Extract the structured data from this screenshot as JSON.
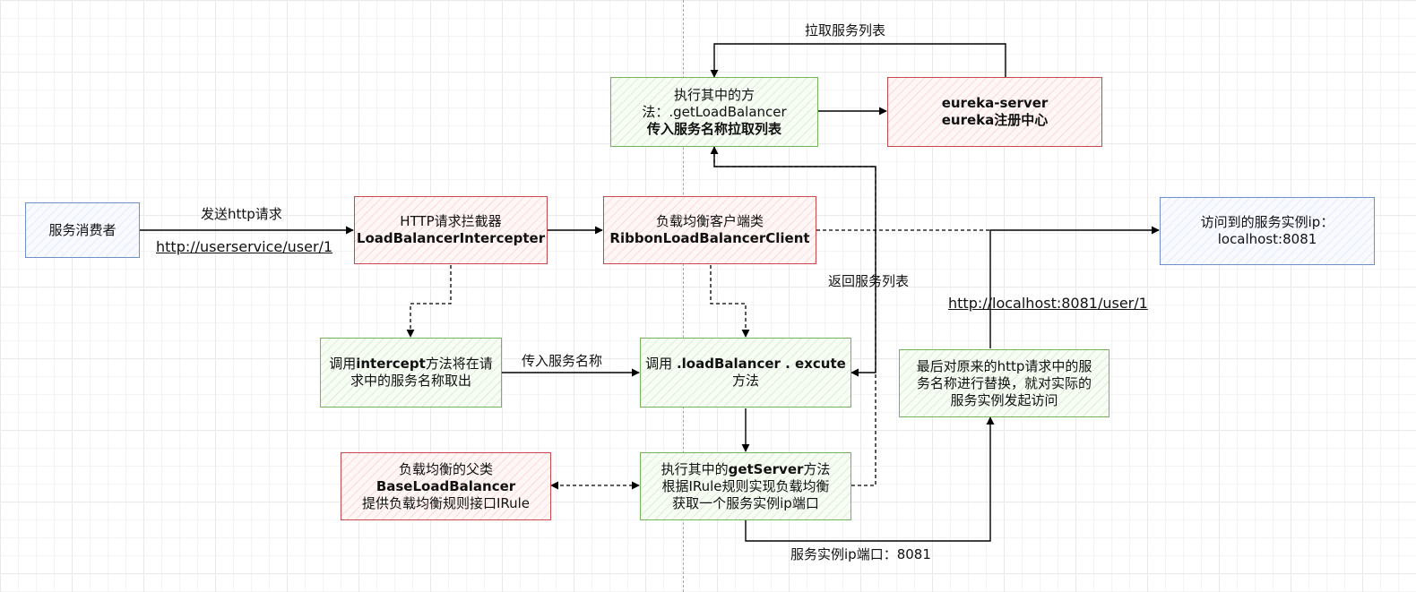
{
  "nodes": {
    "consumer": {
      "line1": "服务消费者"
    },
    "interceptor": {
      "line1": "HTTP请求拦截器",
      "line2": "LoadBalancerIntercepter"
    },
    "ribbon_client": {
      "line1": "负载均衡客户端类",
      "line2": "RibbonLoadBalancerClient"
    },
    "get_lb": {
      "line1": "执行其中的方",
      "line2": "法：.getLoadBalancer",
      "line3": "传入服务名称拉取列表"
    },
    "eureka": {
      "line1": "eureka-server",
      "line2": "eureka注册中心"
    },
    "intercept_method": {
      "part1": "调用",
      "part2": "intercept",
      "part3": "方法将在请",
      "line2": "求中的服务名称取出"
    },
    "execute": {
      "part1": "调用 ",
      "part2": ".loadBalancer . excute",
      "line2": "方法"
    },
    "get_server": {
      "part1": "执行其中的",
      "part2": "getServer",
      "part3": "方法",
      "line2": "根据IRule规则实现负载均衡",
      "line3": "获取一个服务实例ip端口"
    },
    "base_lb": {
      "line1": "负载均衡的父类",
      "line2": "BaseLoadBalancer",
      "line3": "提供负载均衡规则接口IRule"
    },
    "replace": {
      "line1": "最后对原来的http请求中的服",
      "line2": "务名称进行替换，就对实际的",
      "line3": "服务实例发起访问"
    },
    "result": {
      "line1": "访问到的服务实例ip：",
      "line2": "localhost:8081"
    }
  },
  "labels": {
    "send_http": "发送http请求",
    "consumer_url": "http://userservice/user/1",
    "pull_list": "拉取服务列表",
    "return_list": "返回服务列表",
    "pass_name": "传入服务名称",
    "instance_port": "服务实例ip端口：8081",
    "final_url": "http://localhost:8081/user/1"
  },
  "colors": {
    "red_border": "#c9484d",
    "green_border": "#73b35a",
    "blue_border": "#6e8fc8",
    "line": "#000000"
  }
}
